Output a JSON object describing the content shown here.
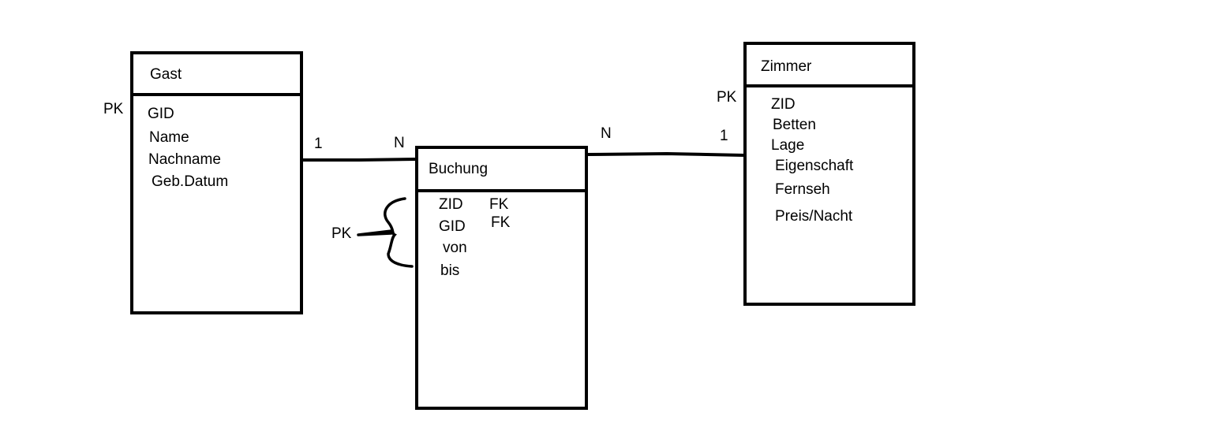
{
  "entities": {
    "gast": {
      "title": "Gast",
      "pk_label": "PK",
      "attributes": [
        "GID",
        "Name",
        "Nachname",
        "Geb.Datum"
      ]
    },
    "buchung": {
      "title": "Buchung",
      "pk_label": "PK",
      "attributes": [
        "ZID",
        "GID",
        "von",
        "bis"
      ],
      "fk_labels": [
        "FK",
        "FK"
      ]
    },
    "zimmer": {
      "title": "Zimmer",
      "pk_label": "PK",
      "attributes": [
        "ZID",
        "Betten",
        "Lage",
        "Eigenschaft",
        "Fernseh",
        "Preis/Nacht"
      ]
    }
  },
  "relationships": [
    {
      "from": "Gast",
      "to": "Buchung",
      "from_card": "1",
      "to_card": "N"
    },
    {
      "from": "Buchung",
      "to": "Zimmer",
      "from_card": "N",
      "to_card": "1"
    }
  ]
}
